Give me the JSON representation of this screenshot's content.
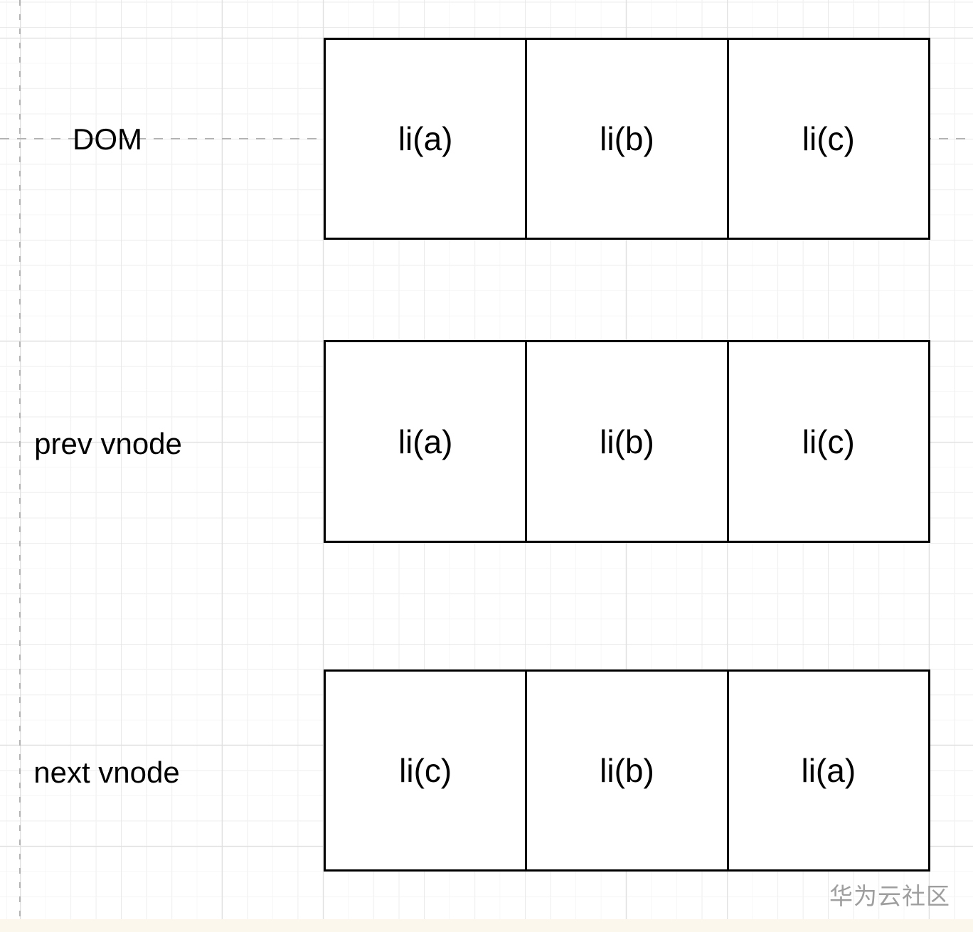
{
  "canvas": {
    "rows": [
      {
        "label": "DOM",
        "cells": [
          "li(a)",
          "li(b)",
          "li(c)"
        ]
      },
      {
        "label": "prev vnode",
        "cells": [
          "li(a)",
          "li(b)",
          "li(c)"
        ]
      },
      {
        "label": "next vnode",
        "cells": [
          "li(c)",
          "li(b)",
          "li(a)"
        ]
      }
    ],
    "watermark": "华为云社区",
    "colors": {
      "background": "#ffffff",
      "box_border": "#000000",
      "box_fill": "#ffffff",
      "text": "#000000",
      "grid_minor": "#f2f2f2",
      "grid_major": "#e0e0e0",
      "guide_dash": "#b3b3b3",
      "watermark_text": "#9e9e9e",
      "footer_strip": "#fbf7ed"
    }
  }
}
